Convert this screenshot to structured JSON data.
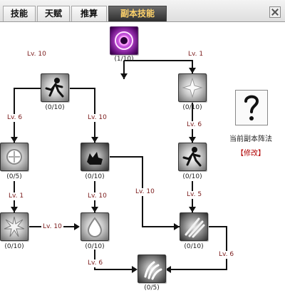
{
  "tabs": [
    {
      "label": "技能"
    },
    {
      "label": "天赋"
    },
    {
      "label": "推算"
    },
    {
      "label": "副本技能"
    }
  ],
  "nodes": {
    "root": {
      "count": "(1/10)"
    },
    "run": {
      "count": "(0/10)"
    },
    "spark": {
      "count": "(0/10)"
    },
    "glow": {
      "count": "(0/5)"
    },
    "beast": {
      "count": "(0/10)"
    },
    "runner": {
      "count": "(0/10)"
    },
    "burst": {
      "count": "(0/10)"
    },
    "drop": {
      "count": "(0/10)"
    },
    "slash": {
      "count": "(0/10)"
    },
    "claw": {
      "count": "(0/5)"
    }
  },
  "levels": {
    "root_run": "Lv. 10",
    "root_spark": "Lv. 1",
    "run_glow": "Lv. 6",
    "run_beast": "Lv. 10",
    "spark_runner": "Lv. 6",
    "glow_burst": "Lv. 1",
    "beast_drop": "Lv. 10",
    "beast_slash": "Lv. 10",
    "runner_slash": "Lv. 5",
    "burst_drop": "Lv. 10",
    "drop_claw": "Lv. 6",
    "slash_claw": "Lv. 6"
  },
  "side": {
    "icon": "question-mark-icon",
    "label": "当前副本阵法",
    "action": "【修改】"
  }
}
